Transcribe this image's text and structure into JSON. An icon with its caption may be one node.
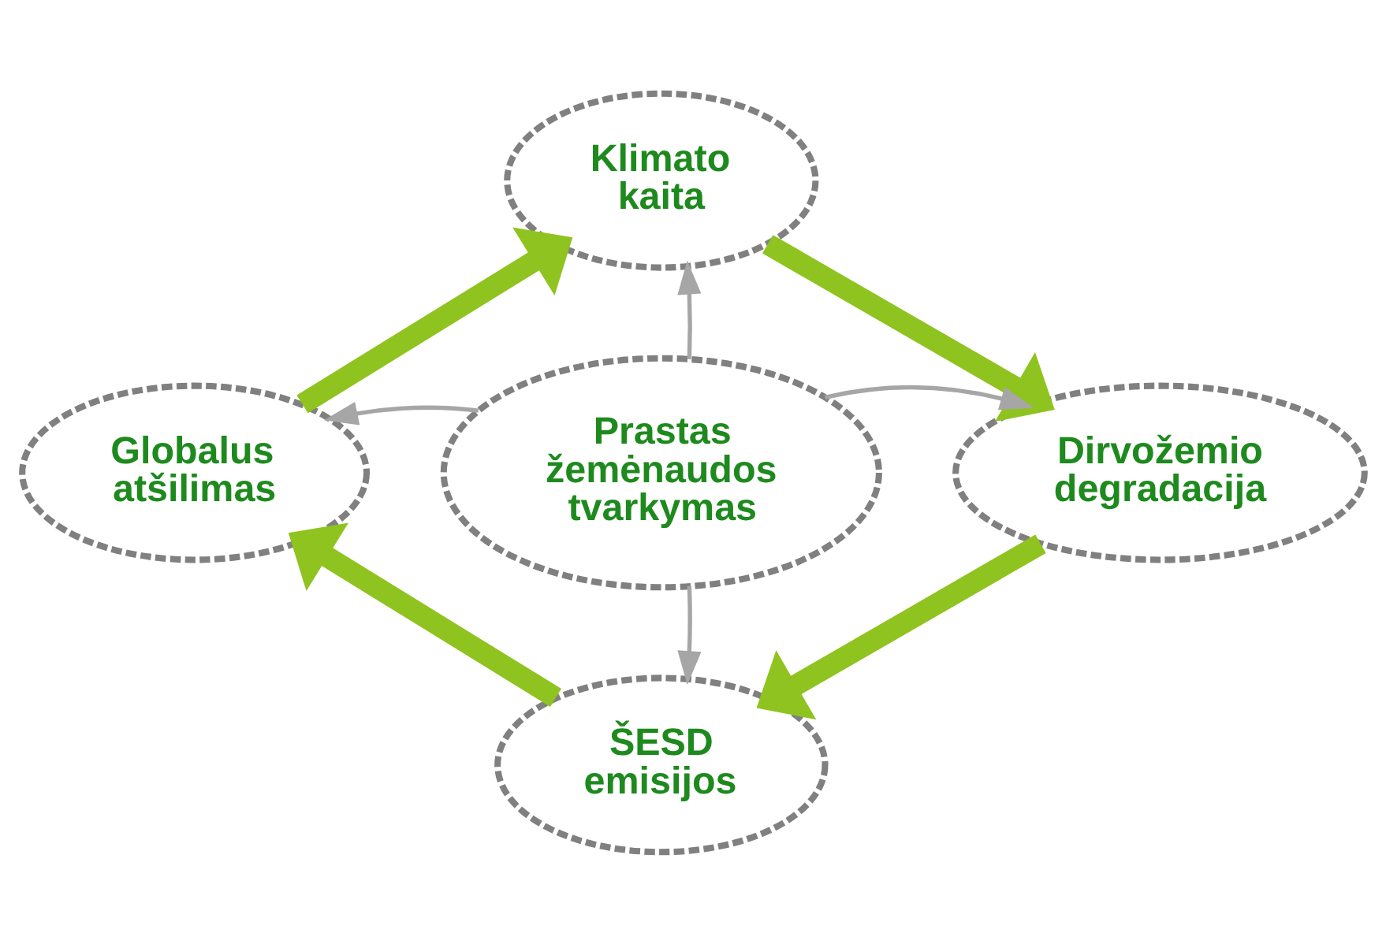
{
  "diagram": {
    "nodes": [
      {
        "text": [
          "Klimato kaita"
        ]
      },
      {
        "text": [
          "Globalus atšilimas"
        ]
      },
      {
        "text": [
          "Prastas žemėnaudos tvarkymas"
        ]
      },
      {
        "text": [
          "Dirvožemio degradacija"
        ]
      },
      {
        "text": [
          "ŠESD emisijos"
        ]
      }
    ],
    "edges": [
      {
        "from": 2,
        "to": 0,
        "arrow": "to"
      },
      {
        "from": 2,
        "to": 1,
        "arrow": "to"
      },
      {
        "from": 2,
        "to": 3,
        "arrow": "to"
      },
      {
        "from": 2,
        "to": 4,
        "arrow": "to"
      },
      {
        "from": 0,
        "to": 3,
        "arrow": "to",
        "style": "thick",
        "color": "#8fc31f"
      },
      {
        "from": 3,
        "to": 4,
        "arrow": "to",
        "style": "thick",
        "color": "#8fc31f"
      },
      {
        "from": 4,
        "to": 1,
        "arrow": "to",
        "style": "thick",
        "color": "#8fc31f"
      },
      {
        "from": 1,
        "to": 0,
        "arrow": "to",
        "style": "thick",
        "color": "#8fc31f"
      }
    ]
  }
}
